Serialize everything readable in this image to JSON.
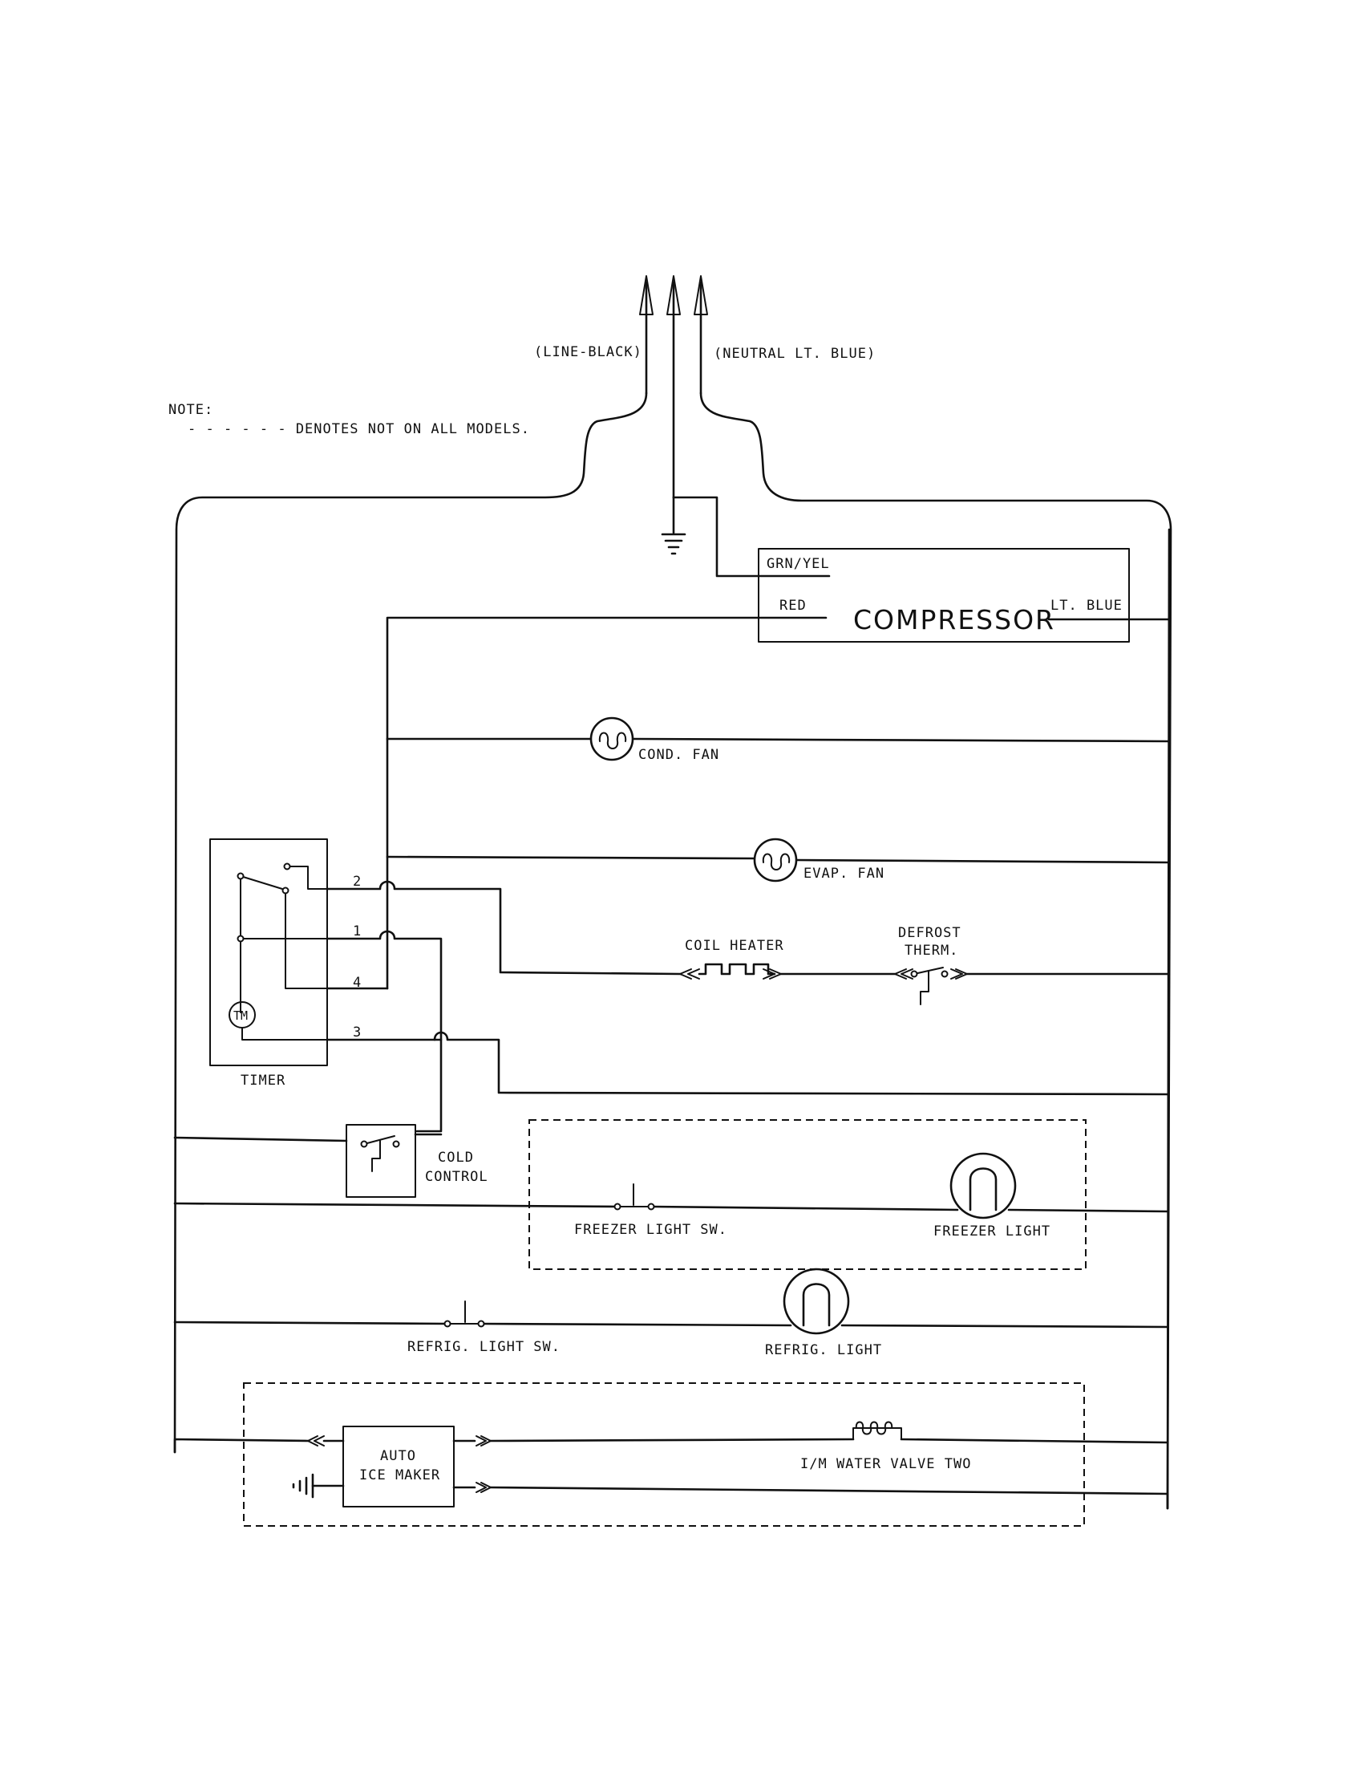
{
  "supply": {
    "line_label": "(LINE-BLACK)",
    "neutral_label": "(NEUTRAL LT. BLUE)"
  },
  "note": {
    "heading": "NOTE:",
    "text": "- - - - - - DENOTES NOT ON ALL MODELS."
  },
  "compressor": {
    "title": "COMPRESSOR",
    "grn_yel": "GRN/YEL",
    "red": "RED",
    "lt_blue": "LT. BLUE"
  },
  "components": {
    "cond_fan": "COND. FAN",
    "evap_fan": "EVAP. FAN",
    "coil_heater": "COIL HEATER",
    "defrost_therm_1": "DEFROST",
    "defrost_therm_2": "THERM.",
    "timer": "TIMER",
    "timer_motor": "TM",
    "cold_control_1": "COLD",
    "cold_control_2": "CONTROL",
    "freezer_light_sw": "FREEZER LIGHT SW.",
    "freezer_light": "FREEZER LIGHT",
    "refrig_light_sw": "REFRIG. LIGHT SW.",
    "refrig_light": "REFRIG. LIGHT",
    "ice_maker_1": "AUTO",
    "ice_maker_2": "ICE MAKER",
    "water_valve": "I/M WATER VALVE TWO"
  },
  "timer_terminals": {
    "t1": "1",
    "t2": "2",
    "t3": "3",
    "t4": "4"
  }
}
